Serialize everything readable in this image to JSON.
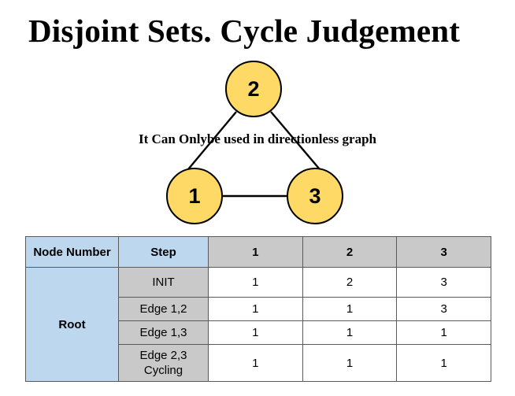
{
  "title": "Disjoint Sets. Cycle Judgement",
  "graph": {
    "caption": "It Can Onlybe used in directionless graph",
    "node_fill_color": "#ffd966",
    "node_border_color": "#000000",
    "edge_color": "#000000",
    "nodes": [
      {
        "label": "2",
        "name": "graph-node-2"
      },
      {
        "label": "1",
        "name": "graph-node-1"
      },
      {
        "label": "3",
        "name": "graph-node-3"
      }
    ],
    "edges": [
      {
        "from": "2",
        "to": "1"
      },
      {
        "from": "2",
        "to": "3"
      },
      {
        "from": "1",
        "to": "3"
      }
    ]
  },
  "table": {
    "colors": {
      "header_blue": "#bdd7ee",
      "header_gray": "#c9c9c9",
      "value_white": "#ffffff",
      "border": "#5a5a5a"
    },
    "headers": {
      "node_number": "Node Number",
      "step": "Step",
      "n1": "1",
      "n2": "2",
      "n3": "3"
    },
    "root_label": "Root",
    "rows": [
      {
        "step": "INIT",
        "values": [
          "1",
          "2",
          "3"
        ]
      },
      {
        "step": "Edge 1,2",
        "values": [
          "1",
          "1",
          "3"
        ]
      },
      {
        "step": "Edge 1,3",
        "values": [
          "1",
          "1",
          "1"
        ]
      },
      {
        "step": "Edge 2,3\nCycling",
        "values": [
          "1",
          "1",
          "1"
        ]
      }
    ]
  }
}
